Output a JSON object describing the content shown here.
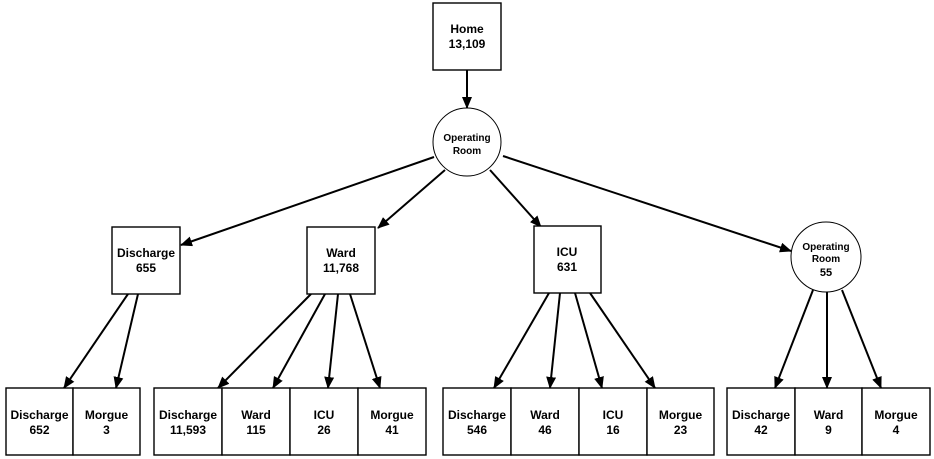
{
  "root": {
    "label": "Home",
    "count": "13,109"
  },
  "operating_room": {
    "line1": "Operating",
    "line2": "Room"
  },
  "level2": {
    "discharge": {
      "label": "Discharge",
      "count": "655"
    },
    "ward": {
      "label": "Ward",
      "count": "11,768"
    },
    "icu": {
      "label": "ICU",
      "count": "631"
    },
    "operating_room": {
      "line1": "Operating",
      "line2": "Room",
      "count": "55"
    }
  },
  "level3": {
    "from_discharge": [
      {
        "label": "Discharge",
        "count": "652"
      },
      {
        "label": "Morgue",
        "count": "3"
      }
    ],
    "from_ward": [
      {
        "label": "Discharge",
        "count": "11,593"
      },
      {
        "label": "Ward",
        "count": "115"
      },
      {
        "label": "ICU",
        "count": "26"
      },
      {
        "label": "Morgue",
        "count": "41"
      }
    ],
    "from_icu": [
      {
        "label": "Discharge",
        "count": "546"
      },
      {
        "label": "Ward",
        "count": "46"
      },
      {
        "label": "ICU",
        "count": "16"
      },
      {
        "label": "Morgue",
        "count": "23"
      }
    ],
    "from_operating_room": [
      {
        "label": "Discharge",
        "count": "42"
      },
      {
        "label": "Ward",
        "count": "9"
      },
      {
        "label": "Morgue",
        "count": "4"
      }
    ]
  },
  "colors": {
    "stroke": "#000000",
    "fill": "#ffffff",
    "text": "#000000"
  }
}
